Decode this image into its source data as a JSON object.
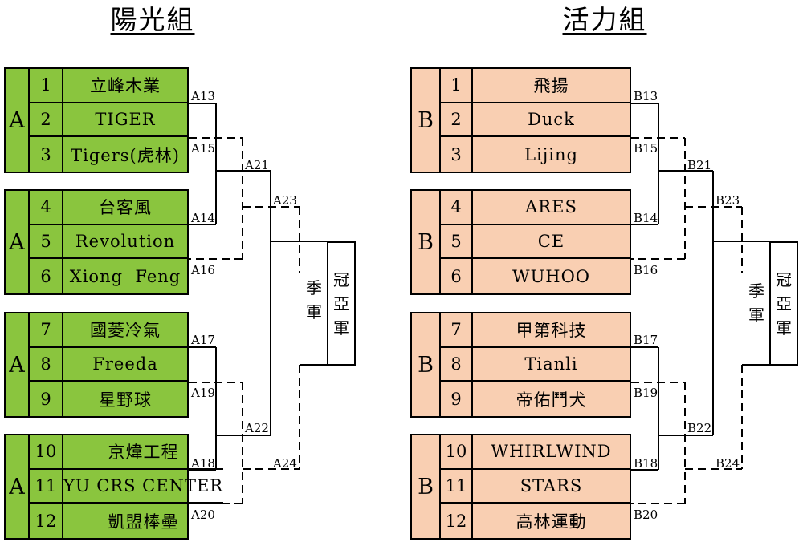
{
  "groups": [
    {
      "title": "陽光組",
      "pools": [
        {
          "letter": "A",
          "teams": [
            {
              "num": "1",
              "name": "立峰木業"
            },
            {
              "num": "2",
              "name": "TIGER"
            },
            {
              "num": "3",
              "name": "Tigers(虎林)"
            }
          ]
        },
        {
          "letter": "A",
          "teams": [
            {
              "num": "4",
              "name": "台客風"
            },
            {
              "num": "5",
              "name": "Revolution"
            },
            {
              "num": "6",
              "name": "Xiong  Feng"
            }
          ]
        },
        {
          "letter": "A",
          "teams": [
            {
              "num": "7",
              "name": "國菱冷氣"
            },
            {
              "num": "8",
              "name": "Freeda"
            },
            {
              "num": "9",
              "name": "星野球"
            }
          ]
        },
        {
          "letter": "A",
          "teams": [
            {
              "num": "10",
              "name": "京煒工程"
            },
            {
              "num": "11",
              "name": "YU CRS CENTER"
            },
            {
              "num": "12",
              "name": "凱盟棒壘"
            }
          ]
        }
      ],
      "matches": [
        "A13",
        "A15",
        "A14",
        "A16",
        "A17",
        "A19",
        "A18",
        "A20",
        "A21",
        "A22",
        "A23",
        "A24"
      ],
      "third_place": "季軍",
      "final": "冠亞軍"
    },
    {
      "title": "活力組",
      "pools": [
        {
          "letter": "B",
          "teams": [
            {
              "num": "1",
              "name": "飛揚"
            },
            {
              "num": "2",
              "name": "Duck"
            },
            {
              "num": "3",
              "name": "Lijing"
            }
          ]
        },
        {
          "letter": "B",
          "teams": [
            {
              "num": "4",
              "name": "ARES"
            },
            {
              "num": "5",
              "name": "CE"
            },
            {
              "num": "6",
              "name": "WUHOO"
            }
          ]
        },
        {
          "letter": "B",
          "teams": [
            {
              "num": "7",
              "name": "甲第科技"
            },
            {
              "num": "8",
              "name": "Tianli"
            },
            {
              "num": "9",
              "name": "帝佑鬥犬"
            }
          ]
        },
        {
          "letter": "B",
          "teams": [
            {
              "num": "10",
              "name": "WHIRLWIND"
            },
            {
              "num": "11",
              "name": "STARS"
            },
            {
              "num": "12",
              "name": "高林運動"
            }
          ]
        }
      ],
      "matches": [
        "B13",
        "B15",
        "B14",
        "B16",
        "B17",
        "B19",
        "B18",
        "B20",
        "B21",
        "B22",
        "B23",
        "B24"
      ],
      "third_place": "季軍",
      "final": "冠亞軍"
    }
  ],
  "colors": {
    "group_a_fill": "#8ac53e",
    "group_b_fill": "#f9cfb2",
    "line": "#000000"
  }
}
